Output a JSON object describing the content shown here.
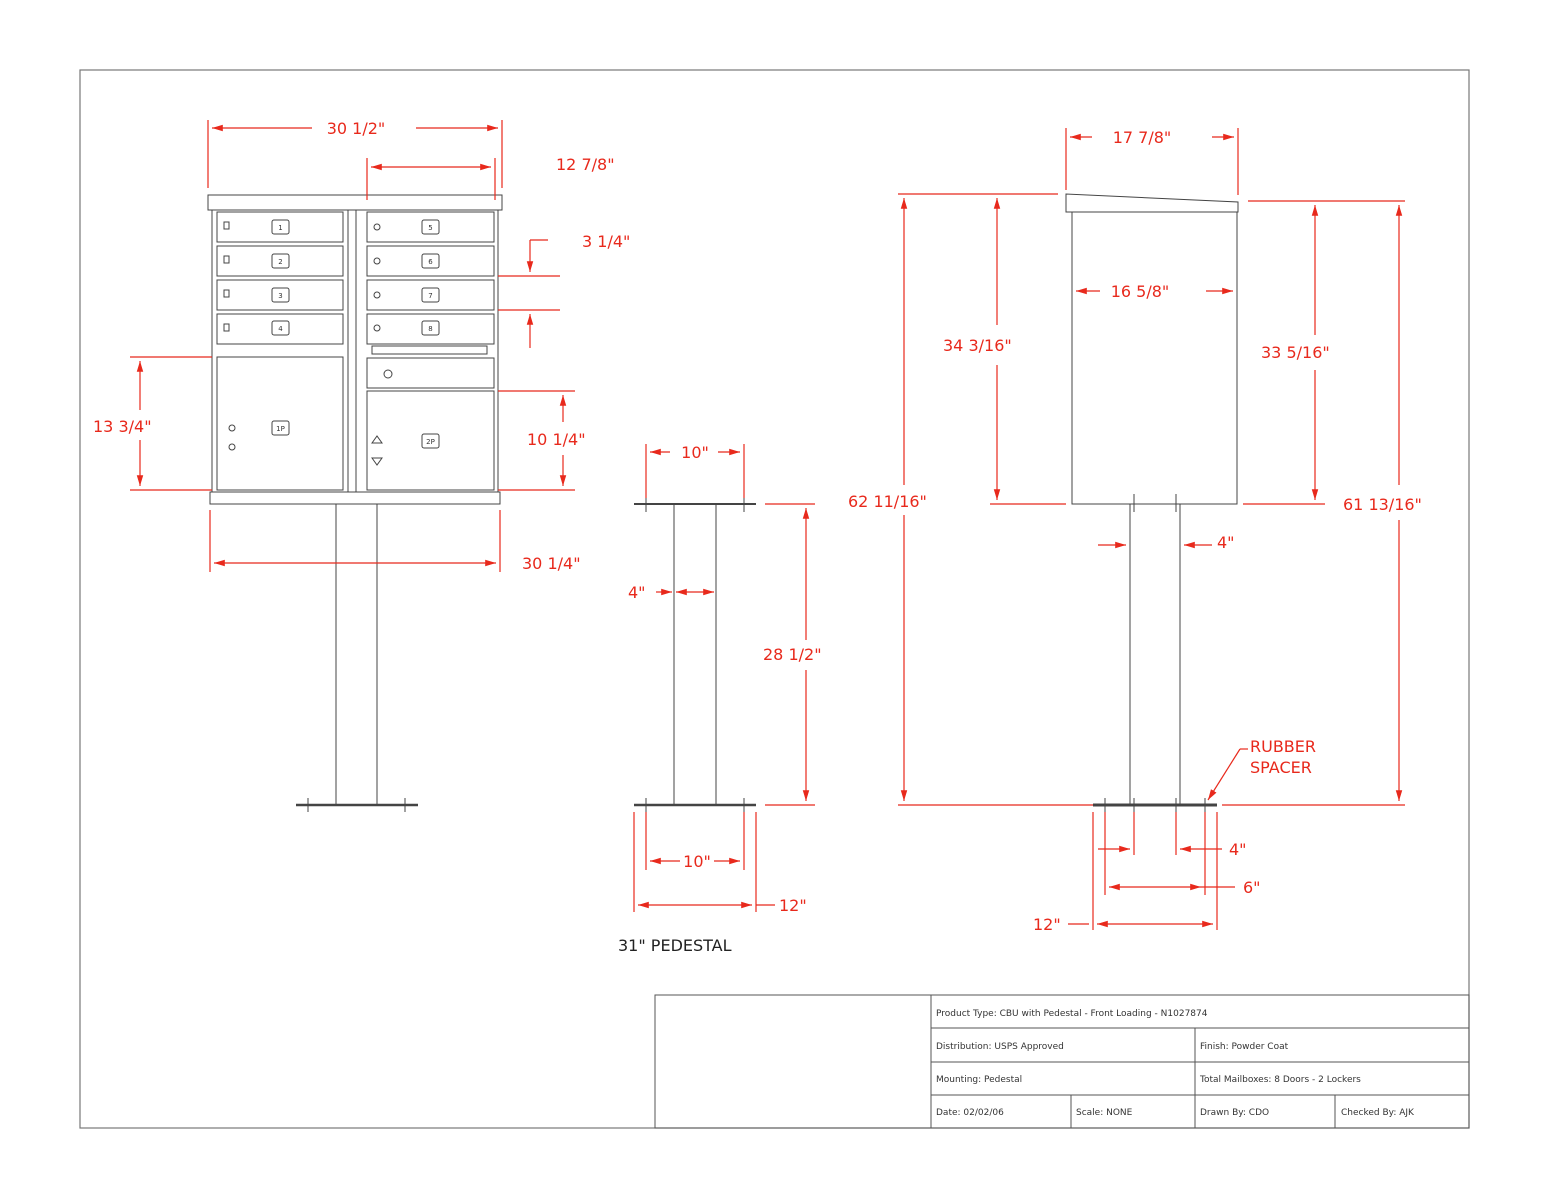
{
  "dimensions": {
    "front_width_top": "30 1/2\"",
    "front_right_width": "12 7/8\"",
    "door_height": "3 1/4\"",
    "left_locker_height": "13 3/4\"",
    "right_locker_height": "10 1/4\"",
    "base_width": "30 1/4\"",
    "pedestal_top_width": "10\"",
    "pedestal_post_width": "4\"",
    "pedestal_height": "28 1/2\"",
    "pedestal_base_inner": "10\"",
    "pedestal_base_outer": "12\"",
    "side_depth_top": "17 7/8\"",
    "side_inner_depth": "16 5/8\"",
    "side_box_height_left": "34 3/16\"",
    "side_box_height_right": "33 5/16\"",
    "overall_height_left": "62 11/16\"",
    "overall_height_right": "61 13/16\"",
    "side_post_width": "4\"",
    "side_base_post": "4\"",
    "side_base_mid": "6\"",
    "side_base_outer": "12\""
  },
  "labels": {
    "pedestal_caption": "31\" PEDESTAL",
    "rubber_spacer_line1": "RUBBER",
    "rubber_spacer_line2": "SPACER"
  },
  "doors": {
    "left": [
      "1",
      "2",
      "3",
      "4"
    ],
    "right": [
      "5",
      "6",
      "7",
      "8"
    ],
    "locker_left": "1P",
    "locker_right": "2P"
  },
  "title_block": {
    "product": "Product Type: CBU with Pedestal - Front Loading - N1027874",
    "distribution": "Distribution: USPS Approved",
    "finish": "Finish: Powder Coat",
    "mounting": "Mounting: Pedestal",
    "total": "Total Mailboxes: 8 Doors - 2 Lockers",
    "date": "Date: 02/02/06",
    "scale": "Scale: NONE",
    "drawn_by": "Drawn By: CDO",
    "checked_by": "Checked By: AJK"
  },
  "colors": {
    "dimension": "#e8291c",
    "line": "#333333"
  }
}
